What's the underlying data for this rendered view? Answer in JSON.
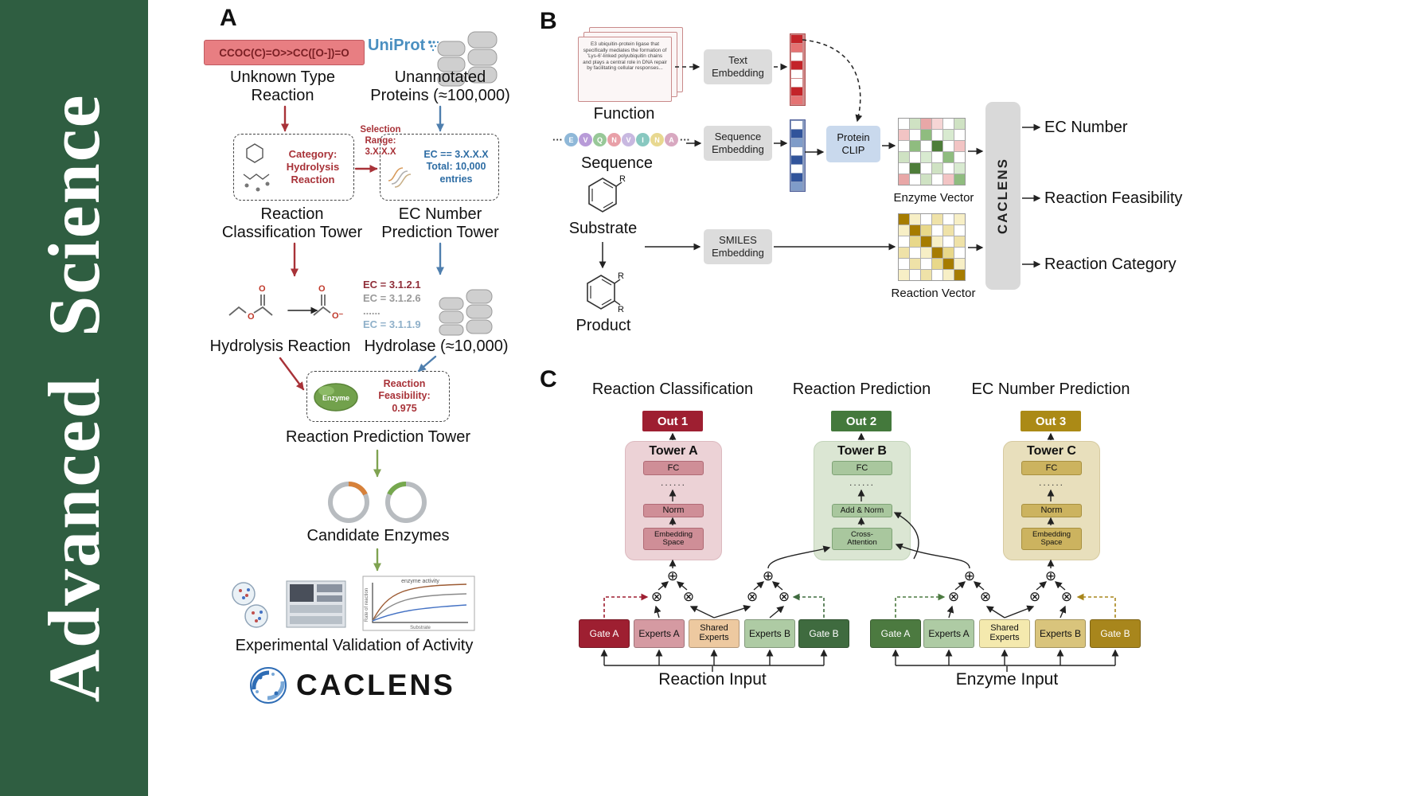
{
  "sidebar": {
    "journal_name": "Advanced  Science"
  },
  "colors": {
    "sidebar_green": "#2f5e41",
    "red_accent": "#a83238",
    "blue_accent": "#4f7fae",
    "green_accent": "#7fa351",
    "out1": "#9e1f31",
    "out2": "#44793c",
    "out3": "#ab8a16"
  },
  "panel_a": {
    "label": "A",
    "smiles_reaction": "CCOC(C)=O>>CC([O-])=O",
    "unknown_type_label": "Unknown Type\nReaction",
    "uniprot_logo": "UniProt",
    "unannotated_label": "Unannotated\nProteins (≈100,000)",
    "category_box_text": "Category:\nHydrolysis\nReaction",
    "selection_label": "Selection\nRange:\n3.X.X.X",
    "ec_box_text": "EC == 3.X.X.X\nTotal: 10,000\nentries",
    "classification_tower_label": "Reaction\nClassification Tower",
    "ec_tower_label": "EC Number\nPrediction Tower",
    "hydrolysis_label": "Hydrolysis Reaction",
    "ec_items": [
      {
        "text": "EC = 3.1.2.1",
        "color": "#8f2d38"
      },
      {
        "text": "EC = 3.1.2.6",
        "color": "#9a9a9a"
      },
      {
        "text": "......",
        "color": "#9a9a9a"
      },
      {
        "text": "EC = 3.1.1.9",
        "color": "#8fb0c9"
      }
    ],
    "hydrolase_label": "Hydrolase (≈10,000)",
    "enzyme_blob_label": "Enzyme",
    "feasibility_text": "Reaction\nFeasibility:\n0.975",
    "prediction_tower_label": "Reaction Prediction Tower",
    "candidate_label": "Candidate Enzymes",
    "validation_label": "Experimental Validation of Activity",
    "plot": {
      "legend": "enzyme activity",
      "xlabel": "Substrate",
      "ylabel": "Rate of reaction"
    },
    "atoms": [
      "O",
      "O",
      "O",
      "O⁻"
    ],
    "logo_text": "CACLENS"
  },
  "panel_b": {
    "label": "B",
    "function_card_text": "E3 ubiquitin-protein ligase that specifically mediates the formation of 'Lys-6'-linked polyubiquitin chains and plays a central role in DNA repair by facilitating cellular responses...",
    "function_label": "Function",
    "sequence_dots": "···",
    "sequence_letters": [
      {
        "ch": "E",
        "color": "#8fb8d8"
      },
      {
        "ch": "V",
        "color": "#b89bd8"
      },
      {
        "ch": "Q",
        "color": "#98c898"
      },
      {
        "ch": "N",
        "color": "#e8a0a8"
      },
      {
        "ch": "V",
        "color": "#c8b8e0"
      },
      {
        "ch": "I",
        "color": "#88c8c0"
      },
      {
        "ch": "N",
        "color": "#e8d890"
      },
      {
        "ch": "A",
        "color": "#d8a8c0"
      }
    ],
    "sequence_label": "Sequence",
    "substrate_label": "Substrate",
    "product_label": "Product",
    "r_label": "R",
    "text_embedding_label": "Text\nEmbedding",
    "sequence_embedding_label": "Sequence\nEmbedding",
    "smiles_embedding_label": "SMILES\nEmbedding",
    "protein_clip_label": "Protein\nCLIP",
    "enzyme_vector_label": "Enzyme Vector",
    "reaction_vector_label": "Reaction Vector",
    "caclens_label": "CACLENS",
    "outputs": [
      "EC Number",
      "Reaction Feasibility",
      "Reaction Category"
    ],
    "text_vector_cells": [
      "#c32429",
      "#e57373",
      "#ffffff",
      "#c32429",
      "#ffffff",
      "#ffffff",
      "#c32429",
      "#e57373"
    ],
    "seq_vector_cells": [
      "#ffffff",
      "#31549b",
      "#7f9cc9",
      "#ffffff",
      "#31549b",
      "#ffffff",
      "#31549b",
      "#7f9cc9"
    ],
    "enzyme_vector_cells": [
      "#ffffff",
      "#cfe2c3",
      "#e8a7a7",
      "#f6d5d5",
      "#ffffff",
      "#cfe2c3",
      "#f2c4c4",
      "#ffffff",
      "#8fbc7f",
      "#ffffff",
      "#d8ead0",
      "#ffffff",
      "#ffffff",
      "#8fbc7f",
      "#ffffff",
      "#4e7d3a",
      "#ffffff",
      "#f2c4c4",
      "#cfe2c3",
      "#ffffff",
      "#d8ead0",
      "#ffffff",
      "#8fbc7f",
      "#ffffff",
      "#ffffff",
      "#4e7d3a",
      "#ffffff",
      "#cfe2c3",
      "#ffffff",
      "#d8ead0",
      "#e8a7a7",
      "#ffffff",
      "#cfe2c3",
      "#ffffff",
      "#f2c4c4",
      "#8fbc7f"
    ],
    "reaction_vector_cells": [
      "#a67c00",
      "#f7efc6",
      "#ffffff",
      "#efe2a8",
      "#ffffff",
      "#f7efc6",
      "#f7efc6",
      "#a67c00",
      "#e8d88a",
      "#ffffff",
      "#efe2a8",
      "#ffffff",
      "#ffffff",
      "#e8d88a",
      "#a67c00",
      "#f7efc6",
      "#ffffff",
      "#efe2a8",
      "#efe2a8",
      "#ffffff",
      "#f7efc6",
      "#a67c00",
      "#e8d88a",
      "#ffffff",
      "#ffffff",
      "#efe2a8",
      "#ffffff",
      "#e8d88a",
      "#a67c00",
      "#f7efc6",
      "#f7efc6",
      "#ffffff",
      "#efe2a8",
      "#ffffff",
      "#f7efc6",
      "#a67c00"
    ]
  },
  "panel_c": {
    "label": "C",
    "headers": [
      "Reaction Classification",
      "Reaction Prediction",
      "EC Number Prediction"
    ],
    "towers": [
      {
        "out": "Out 1",
        "name": "Tower A",
        "fc": "FC",
        "dots": "......",
        "mid": "Norm",
        "bottom": "Embedding\nSpace"
      },
      {
        "out": "Out 2",
        "name": "Tower B",
        "fc": "FC",
        "dots": "......",
        "mid": "Add & Norm",
        "bottom": "Cross-\nAttention"
      },
      {
        "out": "Out 3",
        "name": "Tower C",
        "fc": "FC",
        "dots": "......",
        "mid": "Norm",
        "bottom": "Embedding\nSpace"
      }
    ],
    "op_plus": "⊕",
    "op_times": "⊗",
    "reaction_group": [
      "Gate A",
      "Experts A",
      "Shared\nExperts",
      "Experts B",
      "Gate B"
    ],
    "enzyme_group": [
      "Gate A",
      "Experts A",
      "Shared\nExperts",
      "Experts B",
      "Gate B"
    ],
    "reaction_input_label": "Reaction Input",
    "enzyme_input_label": "Enzyme Input"
  }
}
